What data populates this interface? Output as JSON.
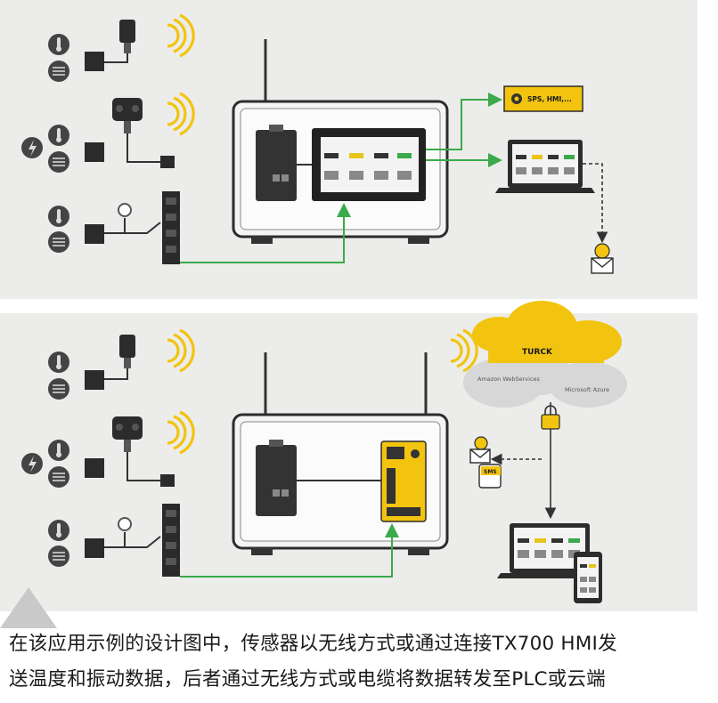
{
  "colors": {
    "panel_bg": "#ececea",
    "accent_yellow": "#f2c40f",
    "connection_green": "#3aaa4a",
    "device_dark": "#2f2f2f",
    "cloud_grey": "#d7d7d7"
  },
  "top_diagram": {
    "plc_label": "SPS, HMI,..."
  },
  "bottom_diagram": {
    "cloud_brand": "TURCK",
    "cloud_provider_1": "Amazon WebServices",
    "cloud_provider_2": "Microsoft Azure",
    "sms_label": "SMS"
  },
  "caption": {
    "line1": "在该应用示例的设计图中，传感器以无线方式或通过连接TX700 HMI发",
    "line2": "送温度和振动数据，后者通过无线方式或电缆将数据转发至PLC或云端"
  },
  "icons": [
    "thermometer-icon",
    "vibration-icon",
    "wireless-signal-icon",
    "lightning-icon",
    "gear-icon",
    "email-icon",
    "lock-icon",
    "smartphone-icon",
    "laptop-icon",
    "cloud-icon"
  ]
}
